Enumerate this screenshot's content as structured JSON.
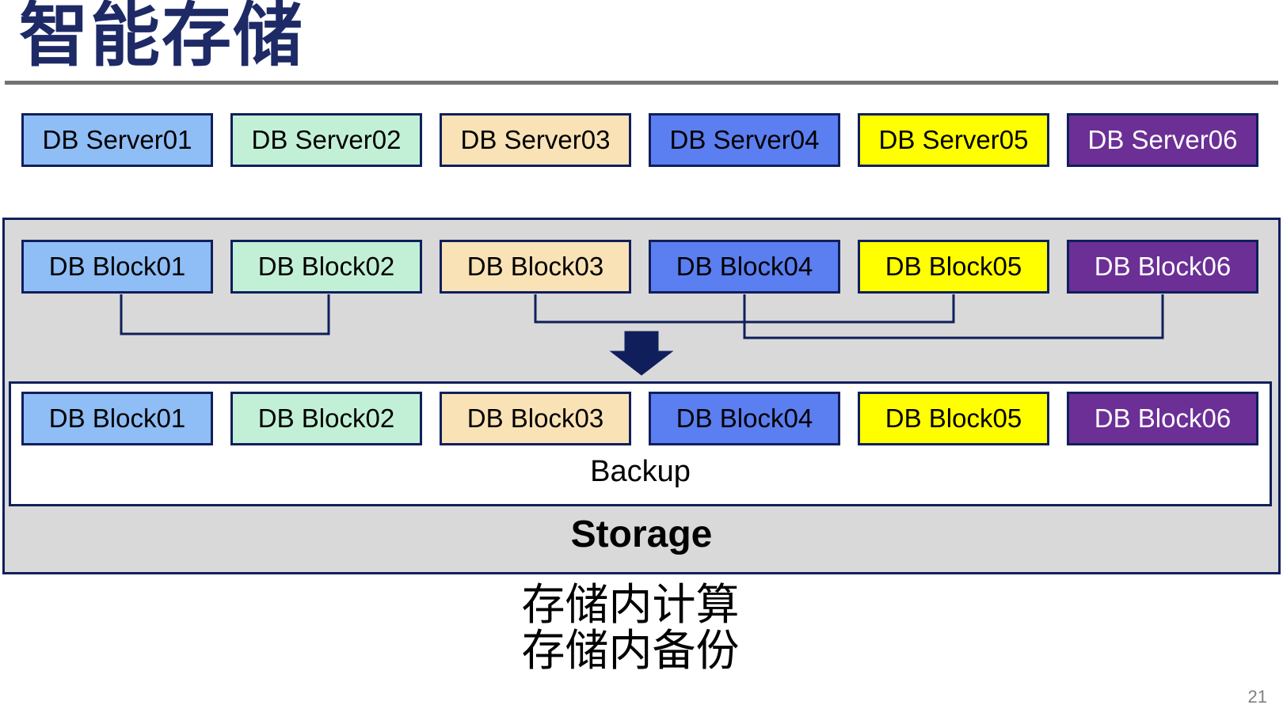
{
  "slide": {
    "title": "智能存储",
    "page_number": "21"
  },
  "colors": {
    "navy_border": "#101f5c",
    "title_navy": "#1e2a66",
    "container_gray": "#d9d9d9",
    "rule_gray": "#737373",
    "light_blue": "#8fbdf5",
    "mint_green": "#c2f0d6",
    "wheat": "#f9e2b5",
    "royal_blue": "#5b7ef0",
    "yellow": "#ffff00",
    "purple": "#6b2f96"
  },
  "servers": [
    {
      "label": "DB Server01",
      "bg": "#8fbdf5",
      "fg": "#000000"
    },
    {
      "label": "DB Server02",
      "bg": "#c2f0d6",
      "fg": "#000000"
    },
    {
      "label": "DB Server03",
      "bg": "#f9e2b5",
      "fg": "#000000"
    },
    {
      "label": "DB Server04",
      "bg": "#5b7ef0",
      "fg": "#000000"
    },
    {
      "label": "DB Server05",
      "bg": "#ffff00",
      "fg": "#000000"
    },
    {
      "label": "DB Server06",
      "bg": "#6b2f96",
      "fg": "#ffffff"
    }
  ],
  "storage_container": {
    "blocks_top": [
      {
        "label": "DB Block01",
        "bg": "#8fbdf5",
        "fg": "#000000"
      },
      {
        "label": "DB Block02",
        "bg": "#c2f0d6",
        "fg": "#000000"
      },
      {
        "label": "DB Block03",
        "bg": "#f9e2b5",
        "fg": "#000000"
      },
      {
        "label": "DB Block04",
        "bg": "#5b7ef0",
        "fg": "#000000"
      },
      {
        "label": "DB Block05",
        "bg": "#ffff00",
        "fg": "#000000"
      },
      {
        "label": "DB Block06",
        "bg": "#6b2f96",
        "fg": "#ffffff"
      }
    ],
    "blocks_bottom": [
      {
        "label": "DB Block01",
        "bg": "#8fbdf5",
        "fg": "#000000"
      },
      {
        "label": "DB Block02",
        "bg": "#c2f0d6",
        "fg": "#000000"
      },
      {
        "label": "DB Block03",
        "bg": "#f9e2b5",
        "fg": "#000000"
      },
      {
        "label": "DB Block04",
        "bg": "#5b7ef0",
        "fg": "#000000"
      },
      {
        "label": "DB Block05",
        "bg": "#ffff00",
        "fg": "#000000"
      },
      {
        "label": "DB Block06",
        "bg": "#6b2f96",
        "fg": "#ffffff"
      }
    ],
    "backup_label": "Backup",
    "storage_label": "Storage"
  },
  "arrow_icon": "down-arrow",
  "caption": {
    "line1": "存储内计算",
    "line2": "存储内备份"
  }
}
